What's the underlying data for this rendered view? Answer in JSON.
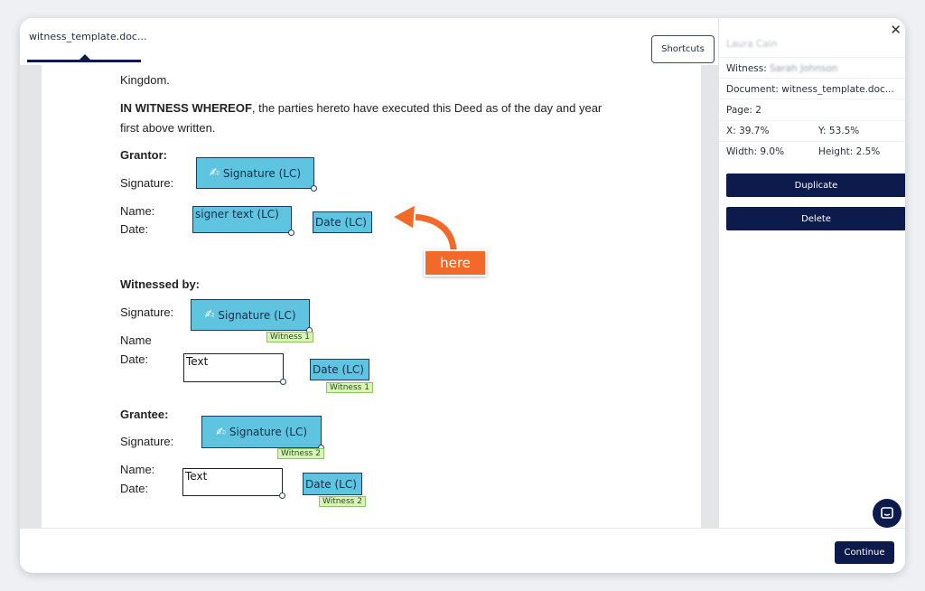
{
  "tab": {
    "label": "witness_template.doc..."
  },
  "toolbar": {
    "shortcuts_label": "Shortcuts"
  },
  "document": {
    "line_kingdom": "Kingdom.",
    "witness_bold": "IN WITNESS WHEREOF",
    "witness_rest": ", the parties hereto have executed this Deed as of the day and year",
    "witness_line2": "first above written.",
    "grantor_heading": "Grantor:",
    "witnessed_heading": "Witnessed by:",
    "grantee_heading": "Grantee:",
    "signature_label": "Signature:",
    "name_label_colon": "Name:",
    "name_label": "Name",
    "date_label": "Date:"
  },
  "fields": {
    "signature_lc": "Signature (LC)",
    "signer_text_lc": "signer text (LC)",
    "date_lc": "Date (LC)",
    "text": "Text",
    "witness1": "Witness 1",
    "witness2": "Witness 2"
  },
  "annotation": {
    "label": "here"
  },
  "panel": {
    "signer_name": "Laura Cain",
    "witness_label": "Witness:",
    "witness_name": "Sarah Johnson",
    "document_line": "Document: witness_template.doc...",
    "page_line": "Page: 2",
    "x_line": "X: 39.7%",
    "y_line": "Y: 53.5%",
    "width_line": "Width: 9.0%",
    "height_line": "Height: 2.5%",
    "duplicate_label": "Duplicate",
    "delete_label": "Delete"
  },
  "footer": {
    "continue_label": "Continue"
  },
  "colors": {
    "navy": "#0d1b4c",
    "field_blue": "#5fc4df",
    "witness_tag": "#d8f5b6",
    "annotation_orange": "#f26a2a"
  }
}
